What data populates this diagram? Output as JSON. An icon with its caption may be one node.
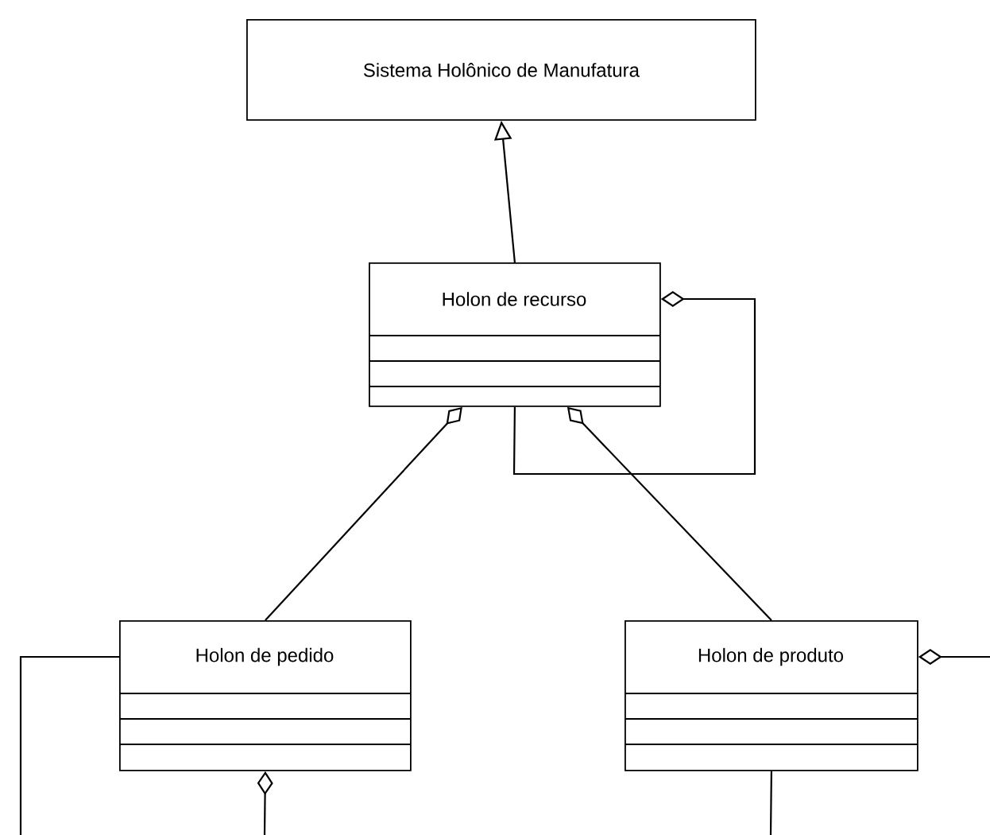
{
  "diagram": {
    "nodes": [
      {
        "text": [
          "Sistema Holônico de Manufatura"
        ]
      },
      {
        "text": [
          "Holon de recurso"
        ]
      },
      {
        "text": [
          "Holon de pedido"
        ]
      },
      {
        "text": [
          "Holon de produto"
        ]
      }
    ],
    "edges": [
      {
        "from": 1,
        "to": 0,
        "arrow": "to"
      },
      {
        "from": 1,
        "to": 1,
        "arrow": "other"
      },
      {
        "from": 2,
        "to": 1,
        "arrow": "other"
      },
      {
        "from": 3,
        "to": 1,
        "arrow": "other"
      },
      {
        "from": null,
        "to": 2,
        "arrow": "none"
      },
      {
        "from": null,
        "to": 2,
        "arrow": "other"
      },
      {
        "from": null,
        "to": 3,
        "arrow": "other"
      },
      {
        "from": null,
        "to": 3,
        "arrow": "none"
      }
    ]
  }
}
